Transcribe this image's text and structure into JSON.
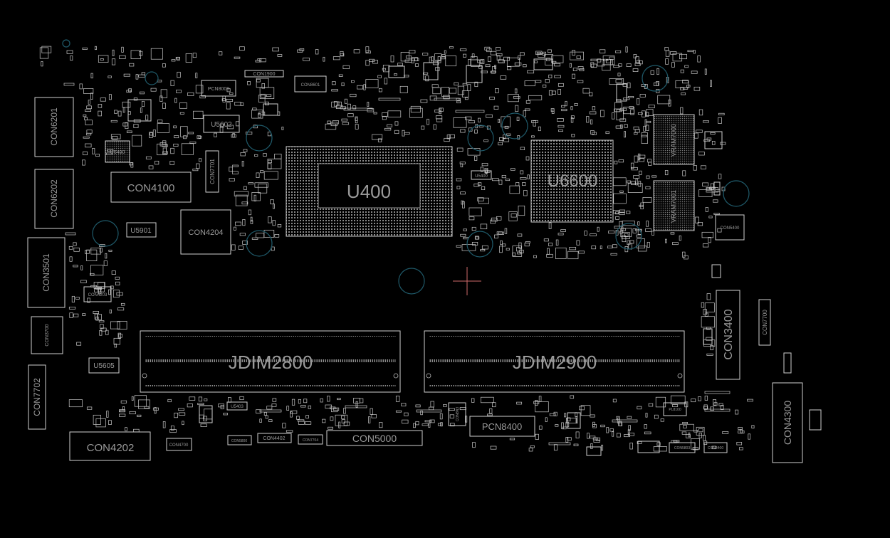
{
  "view": {
    "background": "#000000",
    "outline_color": "#cfcfcf",
    "label_color": "#9a9a9a",
    "hole_color": "#1f5a6a",
    "cursor_color": "#d06a6a"
  },
  "components": {
    "u400": "U400",
    "u6600": "U6600",
    "jdim2800": "JDIM2800",
    "jdim2900": "JDIM2900",
    "con4100": "CON4100",
    "con4204": "CON4204",
    "con6201": "CON6201",
    "con6202": "CON6202",
    "con3501": "CON3501",
    "con7702": "CON7702",
    "con4202": "CON4202",
    "con5000": "CON5000",
    "pcn8400": "PCN8400",
    "con3400": "CON3400",
    "con4300": "CON4300",
    "con7700": "CON7700",
    "con7701": "CON7701",
    "vram7000": "VRAM7000",
    "vram7001": "VRAM7001",
    "u5901": "U5901",
    "u5605": "U5605",
    "u5602": "U5602",
    "u6400": "U6400",
    "u5400": "U5400",
    "pcn8000": "PCN8000",
    "con1900": "CON1900",
    "con8601": "CON8601",
    "con3700": "CON3700",
    "con4203": "CON4203",
    "con5400": "CON5400",
    "con4700": "CON4700",
    "con5800": "CON5800",
    "con4402": "CON4402",
    "con7704": "CON7704",
    "con5803": "CON5803",
    "con4400": "CON4400",
    "pl8100": "PL8100",
    "u5403": "U5403",
    "con8n3": "CON8N3"
  }
}
